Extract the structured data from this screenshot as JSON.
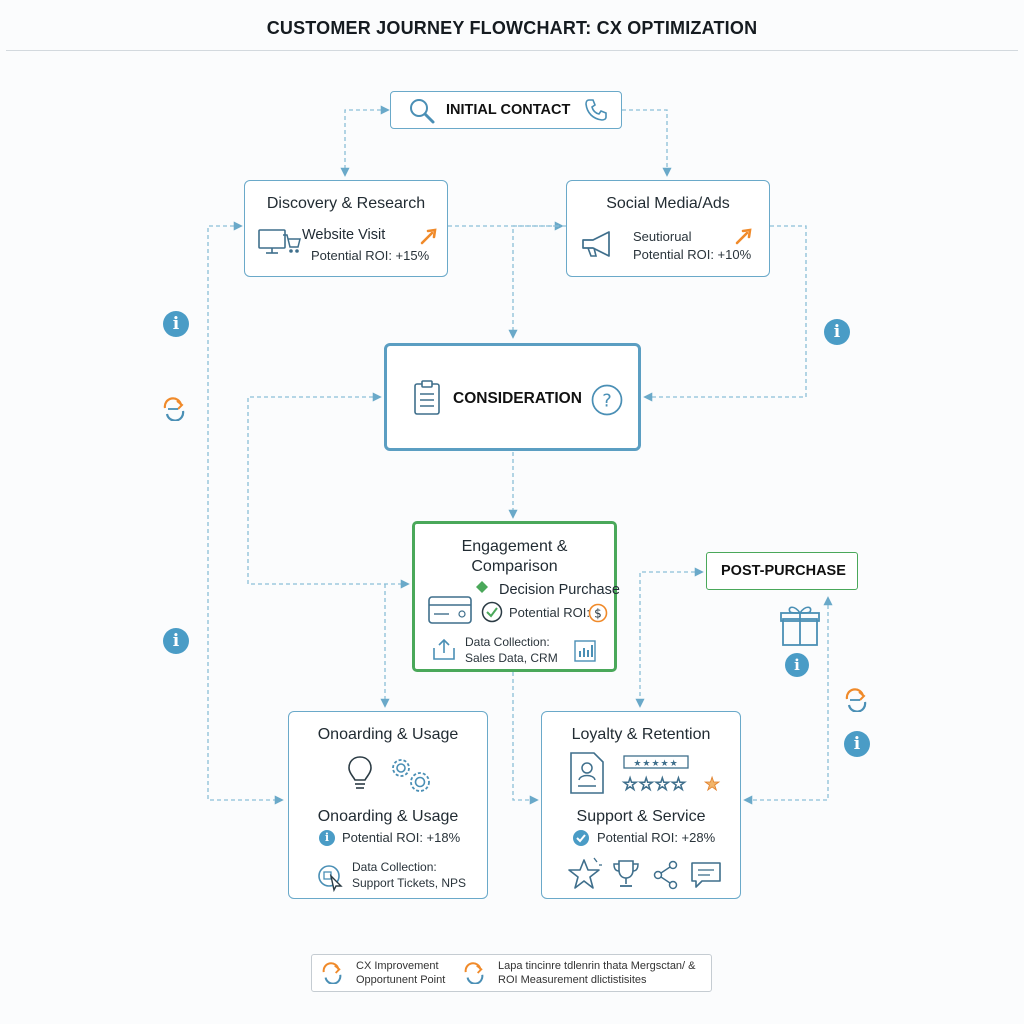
{
  "title": "CUSTOMER JOURNEY FLOWCHART: CX OPTIMIZATION",
  "colors": {
    "blue": "#4a9cc6",
    "green": "#4aa85a",
    "orange": "#f08a2a",
    "connector": "#8bbfd8"
  },
  "nodes": {
    "initial_contact": {
      "label": "INITIAL CONTACT",
      "icons": [
        "search-icon",
        "phone-icon"
      ]
    },
    "discovery": {
      "title": "Discovery & Research",
      "sub": "Website Visit",
      "roi": "Potential ROI: +15%",
      "icons": [
        "computer-cart-icon",
        "trend-up-icon"
      ]
    },
    "social": {
      "title": "Social Media/Ads",
      "sub": "Seutiorual",
      "roi": "Potential ROI: +10%",
      "icons": [
        "megaphone-icon",
        "trend-up-icon"
      ]
    },
    "consideration": {
      "label": "CONSIDERATION",
      "icons": [
        "clipboard-icon",
        "question-icon"
      ]
    },
    "engagement": {
      "title_line1": "Engagement &",
      "title_line2": "Comparison",
      "decision": "Decision Purchase",
      "roi": "Potential ROI:",
      "data_label": "Data Collection:",
      "data_value": "Sales Data, CRM",
      "icons": [
        "credit-card-icon",
        "check-icon",
        "dollar-icon",
        "upload-icon",
        "bar-chart-icon"
      ]
    },
    "post_purchase": {
      "label": "POST-PURCHASE",
      "icons": [
        "gift-icon"
      ]
    },
    "onboarding": {
      "title": "Onoarding & Usage",
      "sub": "Onoarding & Usage",
      "roi": "Potential ROI: +18%",
      "data_label": "Data Collection:",
      "data_value": "Support Tickets, NPS",
      "icons": [
        "lightbulb-icon",
        "gears-icon",
        "info-icon",
        "cursor-icon"
      ]
    },
    "loyalty": {
      "title": "Loyalty & Retention",
      "sub": "Support & Service",
      "roi": "Potential ROI: +28%",
      "icons": [
        "profile-card-icon",
        "stars-rating-icon",
        "check-icon",
        "star-icon",
        "trophy-icon",
        "share-icon",
        "chat-icon"
      ]
    }
  },
  "legend": {
    "item1_line1": "CX Improvement",
    "item1_line2": "Opportunent Point",
    "item2_line1": "Lapa tincinre tdlenrin thata Mergsctan/ &",
    "item2_line2": "ROI Measurement dlictistisites"
  }
}
